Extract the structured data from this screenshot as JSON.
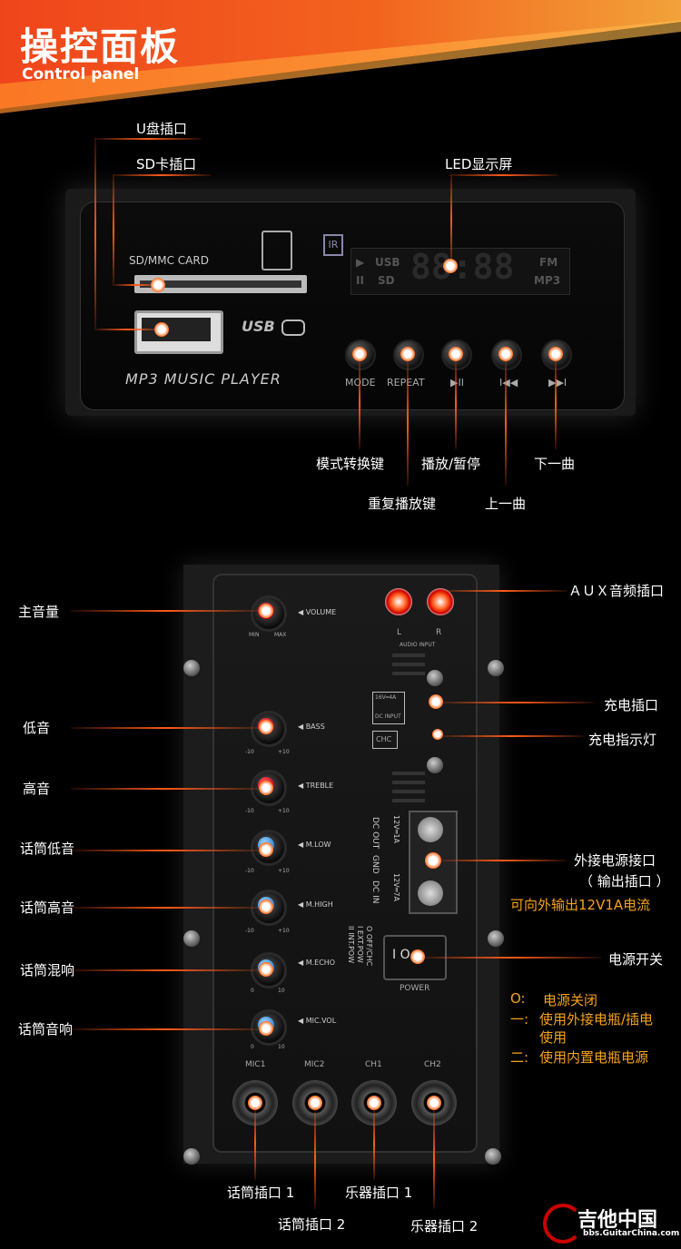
{
  "header": {
    "title": "操控面板",
    "subtitle": "Control panel"
  },
  "mp3": {
    "usb_label": "U盘插口",
    "sd_label": "SD卡插口",
    "led_label": "LED显示屏",
    "sd_card_text": "SD/MMC CARD",
    "usb_logo": "USB",
    "player_text": "MP3  MUSIC  PLAYER",
    "lcd": {
      "usb": "USB",
      "sd": "SD",
      "fm": "FM",
      "mp3": "MP3",
      "digits": "88:88"
    },
    "buttons": [
      {
        "label": "MODE"
      },
      {
        "label": "REPEAT"
      },
      {
        "label": "▶II"
      },
      {
        "label": "I◀◀"
      },
      {
        "label": "▶▶I"
      }
    ],
    "callouts": {
      "mode": "模式转换键",
      "repeat": "重复播放键",
      "play": "播放/暂停",
      "prev": "上一曲",
      "next": "下一曲"
    }
  },
  "panel": {
    "knobs": [
      {
        "label": "主音量",
        "panel_text": "◀ VOLUME",
        "color": "red"
      },
      {
        "label": "低音",
        "panel_text": "◀ BASS",
        "color": "red"
      },
      {
        "label": "高音",
        "panel_text": "◀ TREBLE",
        "color": "red"
      },
      {
        "label": "话筒低音",
        "panel_text": "◀ M.LOW",
        "color": "blue"
      },
      {
        "label": "话筒高音",
        "panel_text": "◀ M.HIGH",
        "color": "blue"
      },
      {
        "label": "话筒混响",
        "panel_text": "◀ M.ECHO",
        "color": "blue"
      },
      {
        "label": "话筒音响",
        "panel_text": "◀ MIC.VOL",
        "color": "blue"
      }
    ],
    "scale": {
      "min": "MIN",
      "max": "MAX",
      "neg10": "-10",
      "pos10": "+10",
      "zero": "0",
      "ten": "10"
    },
    "aux": {
      "label": "ＡＵＸ音频插口",
      "l": "L",
      "r": "R",
      "text": "AUDIO INPUT"
    },
    "charge": {
      "port_label": "充电插口",
      "led_label": "充电指示灯",
      "spec": "16V═4A",
      "dc_input": "DC INPUT",
      "chc": "CHC"
    },
    "power_ext": {
      "label1": "外接电源接口",
      "label2": "（ 输出插口 ）",
      "note": "可向外输出12V1A电流",
      "dc_out": "DC OUT",
      "gnd": "GND",
      "dc_in": "DC IN",
      "v1": "12V═1A",
      "v2": "12V═7A"
    },
    "switch": {
      "label": "电源开关",
      "text": "POWER",
      "glyph": "I  O",
      "modes": [
        "O  OFF/CHC",
        "I  EXT.POW",
        "II  INT.POW"
      ]
    },
    "legend": {
      "o_key": "O:",
      "o_val": "电源关闭",
      "one_key": "一:",
      "one_val": "使用外接电瓶/插电",
      "one_val2": "使用",
      "two_key": "二:",
      "two_val": "使用内置电瓶电源"
    },
    "jacks": [
      {
        "text": "MIC1",
        "label": "话筒插口 1"
      },
      {
        "text": "MIC2",
        "label": "话筒插口 2"
      },
      {
        "text": "CH1",
        "label": "乐器插口 1"
      },
      {
        "text": "CH2",
        "label": "乐器插口 2"
      }
    ]
  },
  "brand": {
    "name": "吉他中国",
    "url": "bbs.GuitarChina.com"
  }
}
